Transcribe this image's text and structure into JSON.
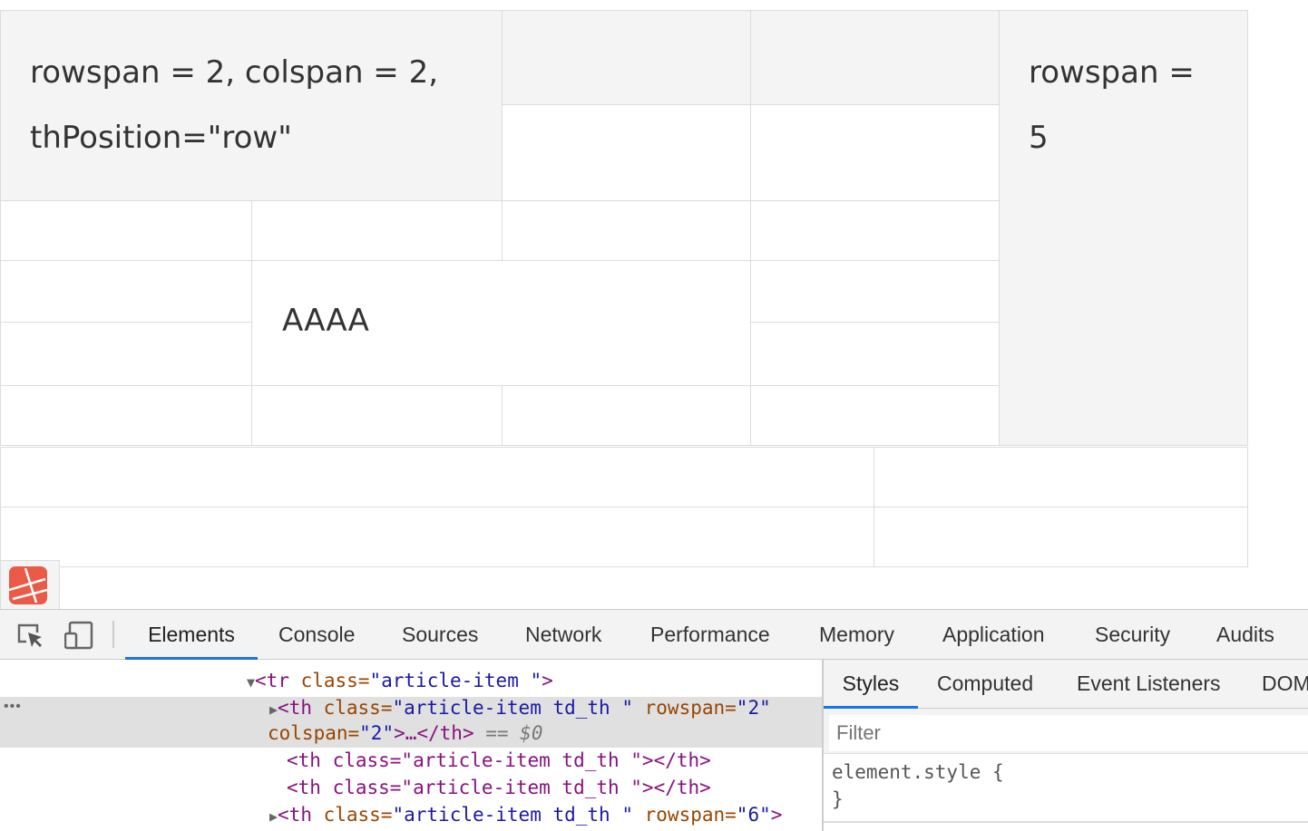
{
  "table": {
    "header_cell": "rowspan = 2, colspan = 2,",
    "header_cell_line2": "thPosition=\"row\"",
    "rowspan_cell": "rowspan =",
    "rowspan_cell_line2": "5",
    "merged_cell": "AAAA"
  },
  "devtools": {
    "tabs": [
      "Elements",
      "Console",
      "Sources",
      "Network",
      "Performance",
      "Memory",
      "Application",
      "Security",
      "Audits"
    ],
    "active_tab": "Elements",
    "dom": {
      "line1": {
        "tag": "<tr",
        "attr": " class=",
        "val": "\"article-item \"",
        "end": ">"
      },
      "line2": {
        "tag": "<th",
        "attr": " class=",
        "val": "\"article-item td_th \"",
        "attr2": " rowspan=",
        "val2": "\"2\""
      },
      "line3": {
        "attr": "colspan=",
        "val": "\"2\"",
        "rest": ">…</th>",
        "sel": " == $0"
      },
      "line4": "<th class=\"article-item td_th \"></th>",
      "line5": "<th class=\"article-item td_th \"></th>",
      "line6": {
        "tag": "<th",
        "attr": " class=",
        "val": "\"article-item td_th \"",
        "attr2": " rowspan=",
        "val2": "\"6\"",
        "end": ">"
      },
      "ellipsis": "•••"
    },
    "side_tabs": [
      "Styles",
      "Computed",
      "Event Listeners",
      "DOM"
    ],
    "filter_placeholder": "Filter",
    "element_style_open": "element.style {",
    "element_style_close": "}"
  },
  "colors": {
    "accent": "#1a73e8",
    "header_bg": "#f4f4f4",
    "laravel": "#ea5a47"
  }
}
